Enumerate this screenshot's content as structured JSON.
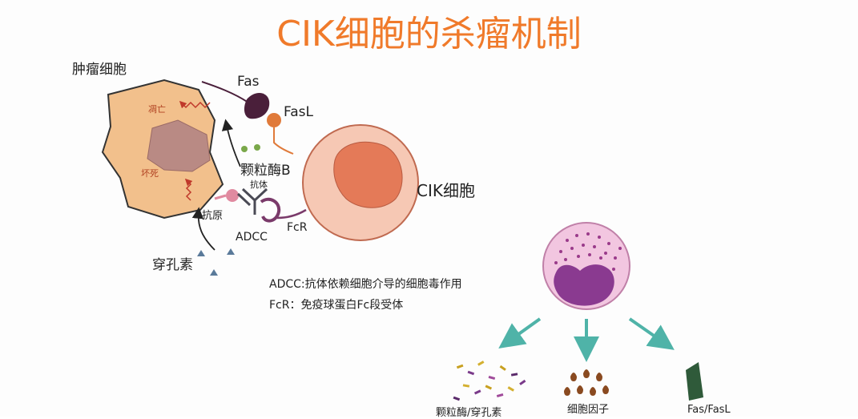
{
  "title": "CIK细胞的杀瘤机制",
  "labels": {
    "tumor_cell": "肿瘤细胞",
    "apoptosis": "凋亡",
    "necrosis": "坏死",
    "fas": "Fas",
    "fasl": "FasL",
    "granzyme_b": "颗粒酶B",
    "antibody": "抗体",
    "antigen": "抗原",
    "adcc": "ADCC",
    "fcr": "FcR",
    "perforin": "穿孔素",
    "cik_cell": "CIK细胞"
  },
  "notes": {
    "adcc_def": "ADCC:抗体依赖细胞介导的细胞毒作用",
    "fcr_def": "FcR：免疫球蛋白Fc段受体"
  },
  "bottom": {
    "granzyme_perforin": "颗粒酶/穿孔素",
    "cytokines": "细胞因子",
    "fas_fasl": "Fas/FasL"
  },
  "colors": {
    "title": "#f07a2a",
    "tumor_fill": "#f2c08c",
    "cik_fill": "#f6c8b4",
    "cik_nucleus": "#e47a58",
    "arrow_teal": "#4fb3a8"
  }
}
